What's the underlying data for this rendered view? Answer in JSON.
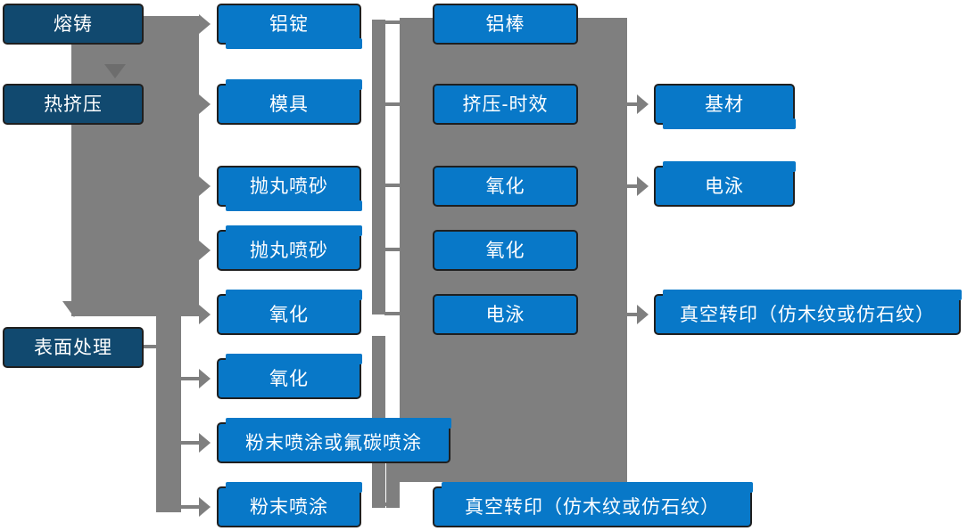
{
  "diagram_title": "aluminum-profile-processing-flow",
  "palette": {
    "process_box_blue": "#0878c8",
    "stage_box_navy": "#11496f",
    "connector_gray": "#7f7f7f",
    "box_border": "#1f1f1f",
    "text": "#ffffff",
    "background": "#ffffff"
  },
  "nodes": {
    "melting_casting": {
      "label": "熔铸"
    },
    "hot_extrusion": {
      "label": "热挤压"
    },
    "surface_treatment": {
      "label": "表面处理"
    },
    "aluminum_ingot": {
      "label": "铝锭"
    },
    "mold": {
      "label": "模具"
    },
    "shot_blast_1": {
      "label": "抛丸喷砂"
    },
    "shot_blast_2": {
      "label": "抛丸喷砂"
    },
    "oxidation_1": {
      "label": "氧化"
    },
    "oxidation_2": {
      "label": "氧化"
    },
    "powder_or_fluorocarbon": {
      "label": "粉末喷涂或氟碳喷涂"
    },
    "powder_coating": {
      "label": "粉末喷涂"
    },
    "aluminum_rod": {
      "label": "铝棒"
    },
    "extrusion_aging": {
      "label": "挤压-时效"
    },
    "oxidation_3": {
      "label": "氧化"
    },
    "oxidation_4": {
      "label": "氧化"
    },
    "electrophoresis_mid": {
      "label": "电泳"
    },
    "vacuum_transfer_bottom": {
      "label": "真空转印（仿木纹或仿石纹）"
    },
    "base_material": {
      "label": "基材"
    },
    "electrophoresis_right": {
      "label": "电泳"
    },
    "vacuum_transfer_right": {
      "label": "真空转印（仿木纹或仿石纹）"
    }
  },
  "arrow_targets": [
    "热挤压",
    "表面处理",
    "铝锭",
    "模具",
    "抛丸喷砂",
    "抛丸喷砂",
    "氧化",
    "氧化",
    "粉末喷涂或氟碳喷涂",
    "粉末喷涂",
    "基材",
    "电泳",
    "真空转印（仿木纹或仿石纹）"
  ]
}
